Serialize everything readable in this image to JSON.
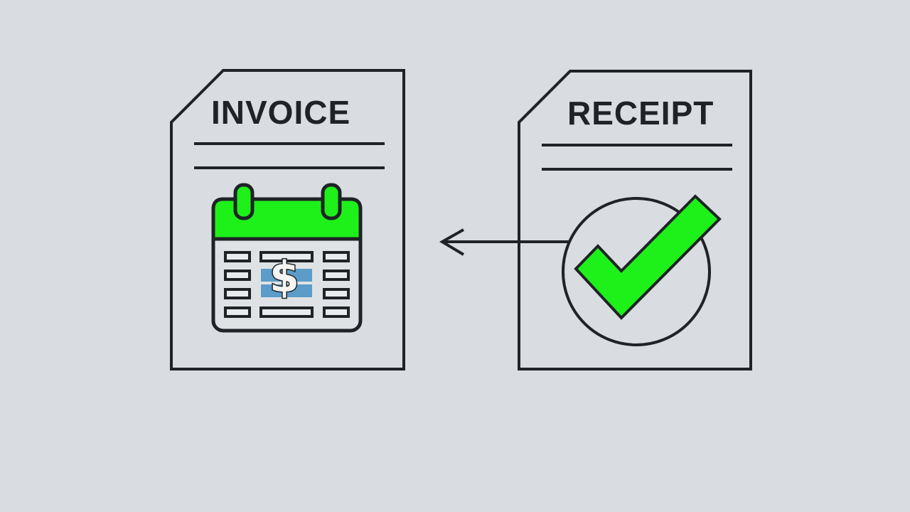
{
  "diagram": {
    "background_color": "#d9dde1",
    "stroke_color": "#1f2326",
    "accent_green": "#1ef01a",
    "accent_blue": "#5b9cc8",
    "left_document": {
      "title": "INVOICE",
      "icon": "calendar-dollar-icon",
      "symbol": "$"
    },
    "right_document": {
      "title": "RECEIPT",
      "icon": "checkmark-circle-icon"
    },
    "connector": {
      "direction": "right-to-left",
      "from": "RECEIPT",
      "to": "INVOICE",
      "icon": "arrow-left-icon"
    }
  }
}
